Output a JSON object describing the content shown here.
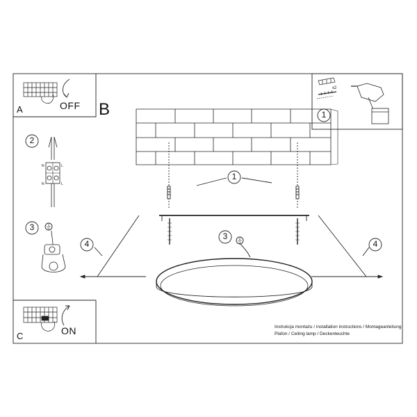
{
  "panels": {
    "a": {
      "letter": "A",
      "state": "OFF"
    },
    "b": {
      "letter": "B"
    },
    "c": {
      "letter": "C",
      "state": "ON"
    }
  },
  "steps": {
    "mount": "1",
    "wiring": "2",
    "ground": "3",
    "attach": "4"
  },
  "tools": {
    "quantity_mark": "x2"
  },
  "terminal_marks": {
    "n": "N",
    "l": "L"
  },
  "caption": {
    "line1": "Instrukcja montażu / installation instructions / Montageanleitung",
    "line2": "Plafon / Ceiling lamp / Deckenleuchte"
  }
}
